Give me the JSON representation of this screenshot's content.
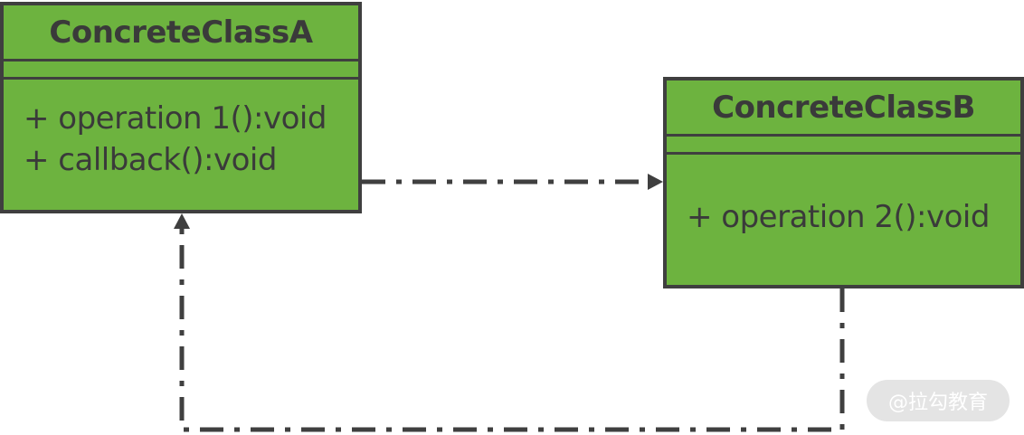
{
  "classes": {
    "a": {
      "name": "ConcreteClassA",
      "operations": [
        "+ operation 1():void",
        "+ callback():void"
      ]
    },
    "b": {
      "name": "ConcreteClassB",
      "operations": [
        "+ operation 2():void"
      ]
    }
  },
  "relations": [
    {
      "from": "ConcreteClassA",
      "to": "ConcreteClassB",
      "style": "dash-dot",
      "arrow": "filled"
    },
    {
      "from": "ConcreteClassB",
      "to": "ConcreteClassA",
      "style": "dash-dot",
      "arrow": "filled"
    }
  ],
  "watermark": "@拉勾教育",
  "colors": {
    "class_fill": "#6db33f",
    "border": "#3f3f3f",
    "text": "#3a3a3a",
    "watermark_bg": "#e4e4e4"
  }
}
